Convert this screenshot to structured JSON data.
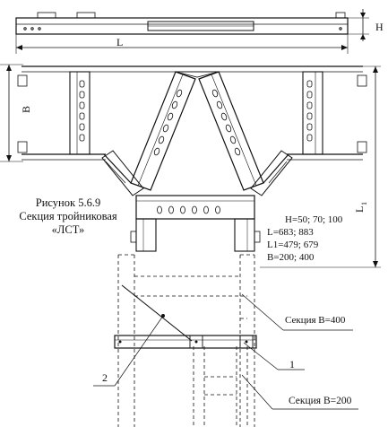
{
  "figure": {
    "caption_line1": "Рисунок 5.6.9",
    "caption_line2": "Секция тройниковая",
    "caption_line3": "«ЛСТ»"
  },
  "dimensions": {
    "H_label": "H",
    "L_label": "L",
    "B_label": "B",
    "L1_label": "L",
    "L1_subscript": "1"
  },
  "specs": {
    "line1": "H=50; 70; 100",
    "line2": "L=683; 883",
    "line3": "L1=479; 679",
    "line4": "B=200; 400"
  },
  "callouts": {
    "section_400": "Секция B=400",
    "section_200": "Секция B=200",
    "label_1": "1",
    "label_2": "2"
  }
}
